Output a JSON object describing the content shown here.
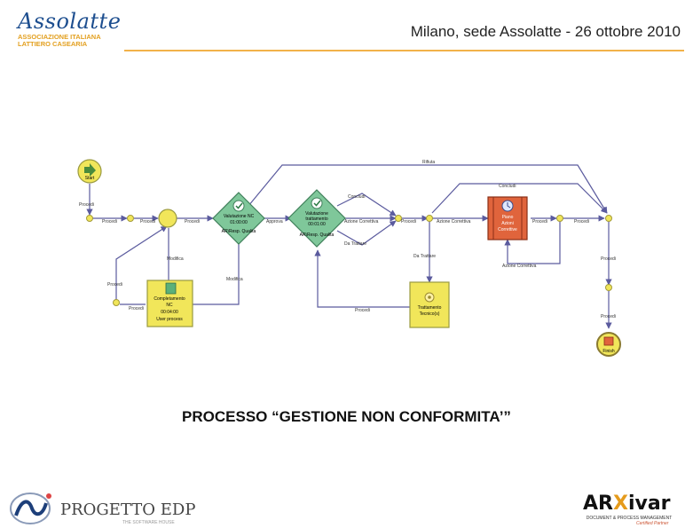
{
  "header": {
    "logo_name": "Assolatte",
    "logo_line1": "ASSOCIAZIONE ITALIANA",
    "logo_line2": "LATTIERO CASEARIA",
    "title": "Milano, sede Assolatte - 26 ottobre 2010"
  },
  "diagram": {
    "start": "Start",
    "finish": "Finish",
    "edges": {
      "rifiuta": "Rifiuta",
      "procedi": "Procedi",
      "modifica": "Modifica",
      "approva": "Approva",
      "concludi": "Concludi",
      "azione_correttiva": "Azione Correttiva",
      "da_trattare": "Da Trattare"
    },
    "nodes": {
      "valutazione_nc": {
        "l1": "Valutazione NC",
        "l2": "01:00:00",
        "l3": "AR\\Resp. Qualita"
      },
      "valutazione_trattamento": {
        "l1": "Valutazione",
        "l2": "trattamento",
        "l3": "00:01:00",
        "l4": "AR\\Resp. Qualita"
      },
      "completamento_nc": {
        "l1": "Completamento",
        "l2": "NC",
        "l3": "00:04:00",
        "l4": "User process"
      },
      "trattamento_tecnico": {
        "l1": "Trattamento",
        "l2": "Tecnico(s)"
      },
      "piano_azioni": {
        "l1": "Piano",
        "l2": "Azioni",
        "l3": "Correttive"
      }
    }
  },
  "caption": "PROCESSO “GESTIONE NON CONFORMITA’”",
  "footer": {
    "left_brand": "PROGETTO EDP",
    "left_tagline": "THE SOFTWARE HOUSE",
    "right_brand_a": "AR",
    "right_brand_x": "X",
    "right_brand_b": "ivar",
    "right_tagline": "DOCUMENT & PROCESS MANAGEMENT",
    "right_partner": "Certified Partner"
  },
  "colors": {
    "accent": "#f2b24a",
    "flow": "#5b5b9e",
    "gateway": "#7fc79a",
    "task": "#f1e65a",
    "subprocess": "#e0643c"
  }
}
